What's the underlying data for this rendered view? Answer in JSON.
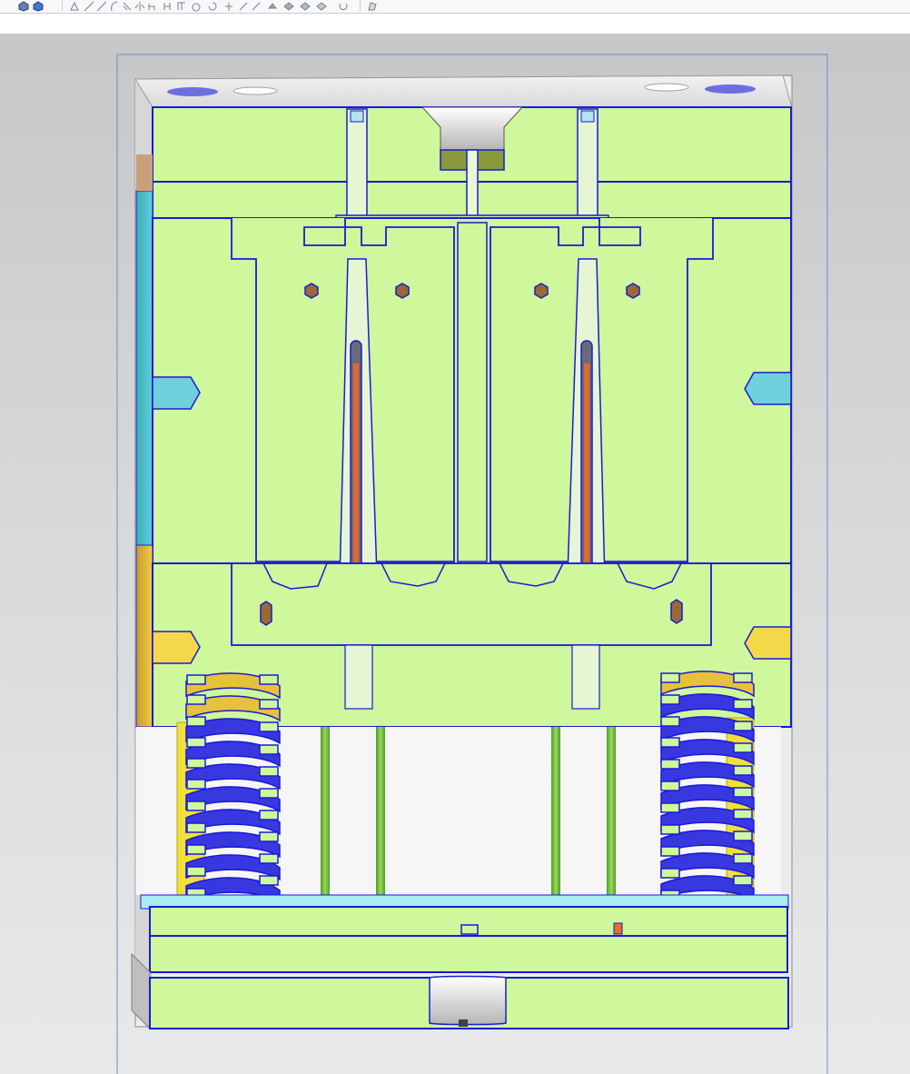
{
  "window": {
    "title": ""
  },
  "toolbar": {
    "groups": [
      {
        "name": "view-style-group",
        "icons": [
          "shaded-edges-icon",
          "shaded-icon"
        ]
      },
      {
        "name": "sketch-group",
        "icons": [
          "wireframe-icon",
          "line-icon",
          "arc-icon",
          "fillet-icon",
          "offset-icon",
          "mirror-icon",
          "rotate-icon",
          "circle-icon",
          "trim-icon",
          "extend-icon",
          "plane-icon",
          "pattern-icon",
          "refresh-icon"
        ]
      },
      {
        "name": "misc-group",
        "icons": [
          "properties-icon"
        ]
      }
    ]
  },
  "viewport": {
    "background_top": "#c5c7c9",
    "background_bottom": "#e8e9ea",
    "section_fill": "#cff79b",
    "edge_color": "#1a1ad6",
    "spring_color": "#3838e0",
    "guide_pillar_color": "#7ac84a",
    "cyan_plate": "#4fc1cc",
    "yellow_plate": "#e6c23a",
    "brown_part": "#9a6a32",
    "model_name": ""
  }
}
